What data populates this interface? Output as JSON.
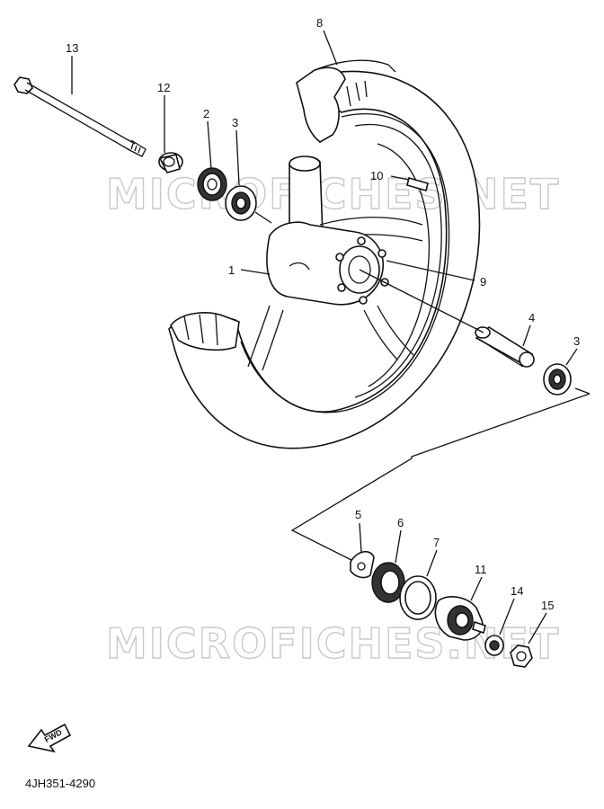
{
  "watermark": "MICROFICHES.NET",
  "part_number": "4JH351-4290",
  "fwd_label": "FWD",
  "callouts": {
    "c1": "1",
    "c2": "2",
    "c3a": "3",
    "c3b": "3",
    "c4": "4",
    "c5": "5",
    "c6": "6",
    "c7": "7",
    "c8": "8",
    "c9": "9",
    "c10": "10",
    "c11": "11",
    "c12": "12",
    "c13": "13",
    "c14": "14",
    "c15": "15"
  }
}
